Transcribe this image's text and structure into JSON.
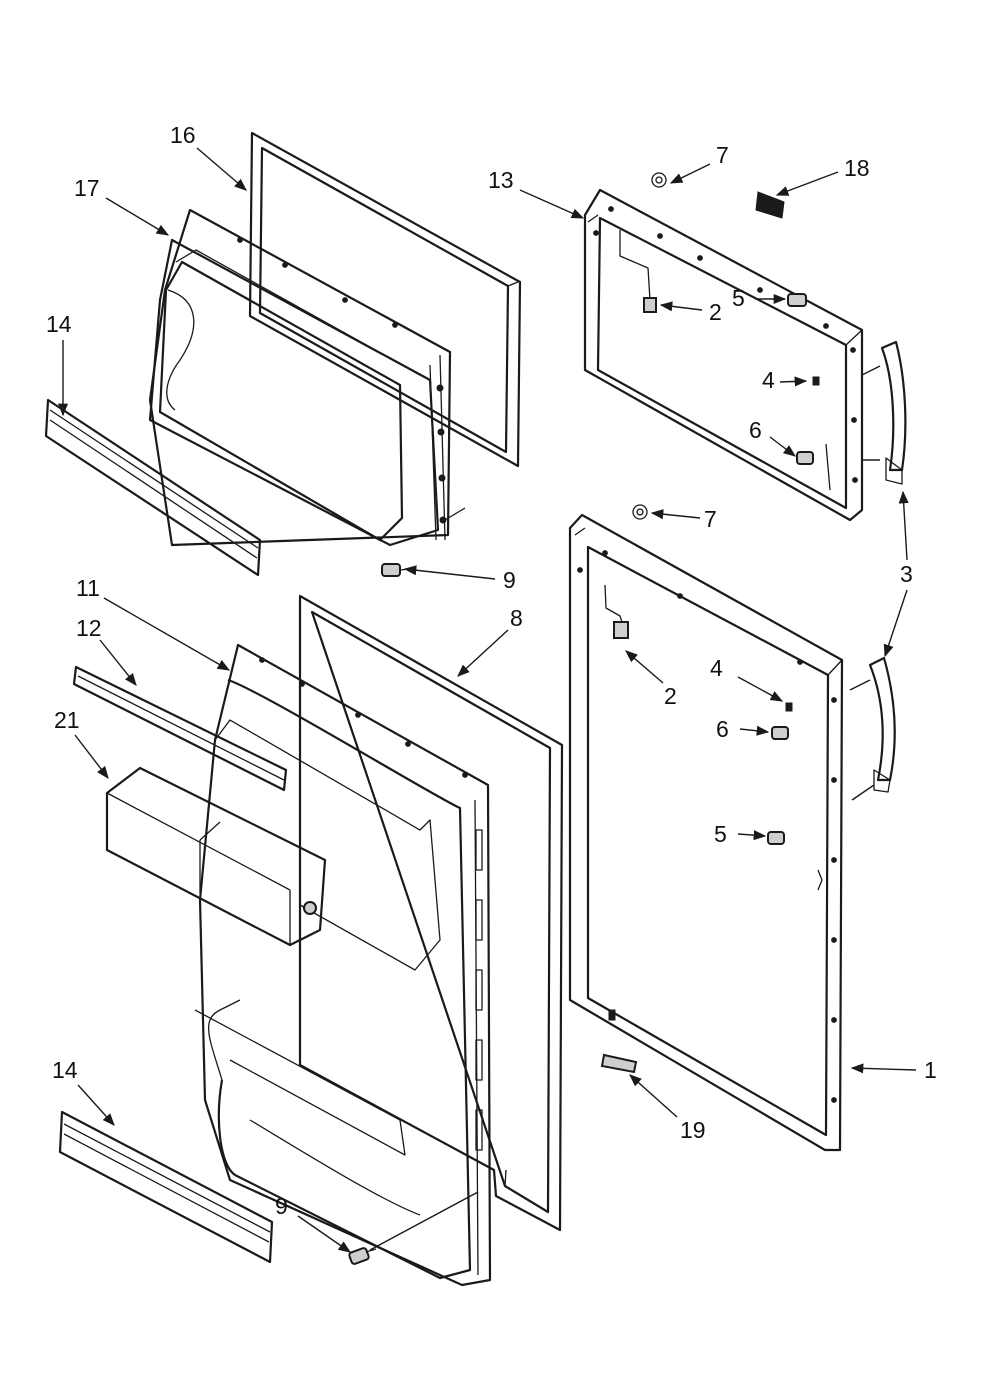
{
  "callouts": [
    {
      "text": "16"
    },
    {
      "text": "17"
    },
    {
      "text": "14"
    },
    {
      "text": "9"
    },
    {
      "text": "13"
    },
    {
      "text": "7"
    },
    {
      "text": "18"
    },
    {
      "text": "2"
    },
    {
      "text": "4"
    },
    {
      "text": "5"
    },
    {
      "text": "6"
    },
    {
      "text": "3"
    },
    {
      "text": "7"
    },
    {
      "text": "11"
    },
    {
      "text": "12"
    },
    {
      "text": "8"
    },
    {
      "text": "21"
    },
    {
      "text": "2"
    },
    {
      "text": "4"
    },
    {
      "text": "6"
    },
    {
      "text": "5"
    },
    {
      "text": "14"
    },
    {
      "text": "9"
    },
    {
      "text": "1"
    },
    {
      "text": "19"
    }
  ]
}
